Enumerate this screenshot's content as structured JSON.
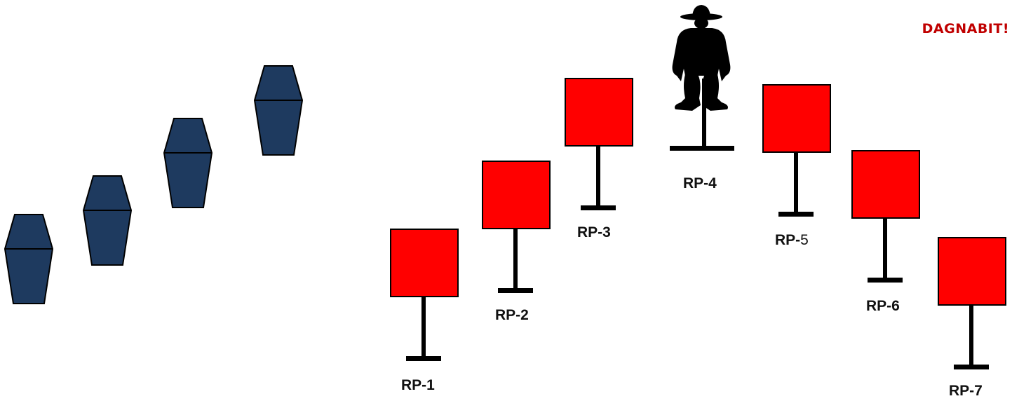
{
  "banner": "DAGNABIT!",
  "colors": {
    "coffin_fill": "#1e3a5f",
    "target_fill": "#ff0000",
    "outline": "#000000",
    "banner": "#c00000"
  },
  "targets": [
    {
      "label": "RP-1"
    },
    {
      "label": "RP-2"
    },
    {
      "label": "RP-3"
    },
    {
      "label": "RP-4",
      "icon": "gunman-silhouette-icon"
    },
    {
      "label_prefix": "RP-",
      "label_suffix": "5"
    },
    {
      "label": "RP-6"
    },
    {
      "label": "RP-7"
    }
  ],
  "coffins": [
    {
      "icon": "coffin-icon"
    },
    {
      "icon": "coffin-icon"
    },
    {
      "icon": "coffin-icon"
    },
    {
      "icon": "coffin-icon"
    }
  ]
}
